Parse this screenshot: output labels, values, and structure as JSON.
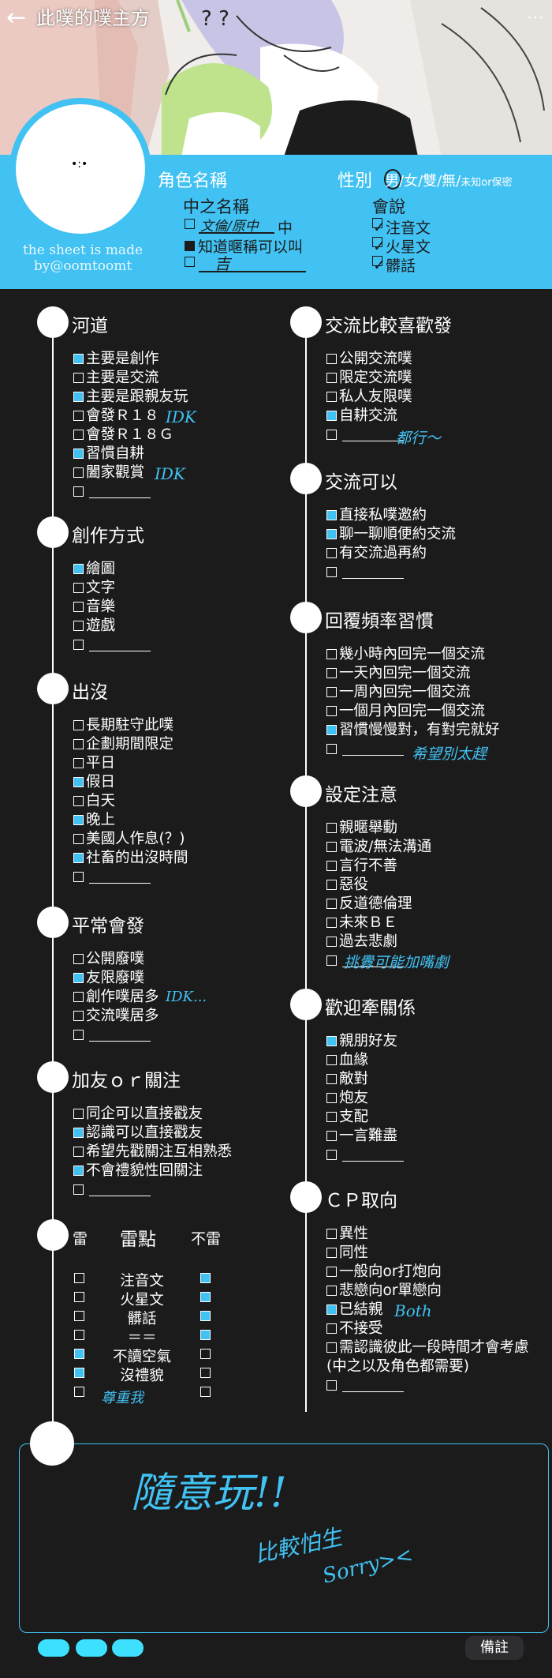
{
  "header": {
    "title": "此噗的噗主方",
    "back": "←",
    "menu": "⋯"
  },
  "profile": {
    "credit": "the sheet is made by@oomtoomt",
    "role_name_label": "角色名稱",
    "gender_label": "性別",
    "gender_options": "男/女/雙/無/",
    "gender_small": "未知or保密",
    "chinese_name_label": "中之名稱",
    "chinese_name_opts": [
      {
        "text": "中",
        "hand": "文倫/原中",
        "checked": false
      },
      {
        "text": "知道暱稱可以叫",
        "hand": "",
        "checked": true
      },
      {
        "text": "",
        "hand": "吉",
        "checked": false
      }
    ],
    "speak_label": "會說",
    "speak_opts": [
      "注音文",
      "火星文",
      "髒話"
    ]
  },
  "sections": {
    "river": {
      "title": "河道",
      "options": [
        {
          "label": "主要是創作",
          "checked": true
        },
        {
          "label": "主要是交流",
          "checked": false
        },
        {
          "label": "主要是跟親友玩",
          "checked": true
        },
        {
          "label": "會發Ｒ１８",
          "checked": false
        },
        {
          "label": "會發Ｒ１８Ｇ",
          "checked": false
        },
        {
          "label": "習慣自耕",
          "checked": true
        },
        {
          "label": "闔家觀賞",
          "checked": false
        },
        {
          "label": "",
          "checked": false
        }
      ],
      "notes": [
        "IDK",
        "IDK"
      ]
    },
    "create": {
      "title": "創作方式",
      "options": [
        {
          "label": "繪圖",
          "checked": true
        },
        {
          "label": "文字",
          "checked": false
        },
        {
          "label": "音樂",
          "checked": false
        },
        {
          "label": "遊戲",
          "checked": false
        },
        {
          "label": "",
          "checked": false
        }
      ]
    },
    "appear": {
      "title": "出沒",
      "options": [
        {
          "label": "長期駐守此噗",
          "checked": false
        },
        {
          "label": "企劃期間限定",
          "checked": false
        },
        {
          "label": "平日",
          "checked": false
        },
        {
          "label": "假日",
          "checked": true
        },
        {
          "label": "白天",
          "checked": false
        },
        {
          "label": "晚上",
          "checked": true
        },
        {
          "label": "美國人作息(？)",
          "checked": false
        },
        {
          "label": "社畜的出沒時間",
          "checked": true
        },
        {
          "label": "",
          "checked": false
        }
      ]
    },
    "post": {
      "title": "平常會發",
      "options": [
        {
          "label": "公開廢噗",
          "checked": false
        },
        {
          "label": "友限廢噗",
          "checked": true
        },
        {
          "label": "創作噗居多",
          "checked": false
        },
        {
          "label": "交流噗居多",
          "checked": false
        },
        {
          "label": "",
          "checked": false
        }
      ],
      "note": "IDK..."
    },
    "friend": {
      "title": "加友ｏｒ關注",
      "options": [
        {
          "label": "同企可以直接戳友",
          "checked": false
        },
        {
          "label": "認識可以直接戳友",
          "checked": true
        },
        {
          "label": "希望先戳關注互相熟悉",
          "checked": false
        },
        {
          "label": "不會禮貌性回關注",
          "checked": true
        },
        {
          "label": "",
          "checked": false
        }
      ]
    },
    "thunder": {
      "title": "雷點",
      "left": "雷",
      "right": "不雷",
      "rows": [
        {
          "label": "注音文",
          "thunder": false,
          "ok": true
        },
        {
          "label": "火星文",
          "thunder": false,
          "ok": true
        },
        {
          "label": "髒話",
          "thunder": false,
          "ok": true
        },
        {
          "label": "＝＝",
          "thunder": false,
          "ok": true
        },
        {
          "label": "不讀空氣",
          "thunder": true,
          "ok": false
        },
        {
          "label": "沒禮貌",
          "thunder": true,
          "ok": false
        },
        {
          "label": "",
          "thunder": false,
          "ok": false
        }
      ],
      "note": "尊重我"
    },
    "prefer": {
      "title": "交流比較喜歡發",
      "options": [
        {
          "label": "公開交流噗",
          "checked": false
        },
        {
          "label": "限定交流噗",
          "checked": false
        },
        {
          "label": "私人友限噗",
          "checked": false
        },
        {
          "label": "自耕交流",
          "checked": true
        },
        {
          "label": "",
          "checked": false
        }
      ],
      "note": "都行〜"
    },
    "exchange": {
      "title": "交流可以",
      "options": [
        {
          "label": "直接私噗邀約",
          "checked": true
        },
        {
          "label": "聊一聊順便約交流",
          "checked": true
        },
        {
          "label": "有交流過再約",
          "checked": false
        },
        {
          "label": "",
          "checked": false
        }
      ]
    },
    "reply": {
      "title": "回覆頻率習慣",
      "options": [
        {
          "label": "幾小時內回完一個交流",
          "checked": false
        },
        {
          "label": "一天內回完一個交流",
          "checked": false
        },
        {
          "label": "一周內回完一個交流",
          "checked": false
        },
        {
          "label": "一個月內回完一個交流",
          "checked": false
        },
        {
          "label": "習慣慢慢對，有對完就好",
          "checked": true
        },
        {
          "label": "",
          "checked": false
        }
      ],
      "note": "希望別太趕"
    },
    "setting": {
      "title": "設定注意",
      "options": [
        {
          "label": "親暱舉動",
          "checked": false
        },
        {
          "label": "電波/無法溝通",
          "checked": false
        },
        {
          "label": "言行不善",
          "checked": false
        },
        {
          "label": "惡役",
          "checked": false
        },
        {
          "label": "反道德倫理",
          "checked": false
        },
        {
          "label": "未來ＢＥ",
          "checked": false
        },
        {
          "label": "過去悲劇",
          "checked": false
        },
        {
          "label": "",
          "checked": false
        }
      ],
      "note": "挑釁可能加嘴劇"
    },
    "relation": {
      "title": "歡迎牽關係",
      "options": [
        {
          "label": "親朋好友",
          "checked": true
        },
        {
          "label": "血緣",
          "checked": false
        },
        {
          "label": "敵對",
          "checked": false
        },
        {
          "label": "炮友",
          "checked": false
        },
        {
          "label": "支配",
          "checked": false
        },
        {
          "label": "一言難盡",
          "checked": false
        },
        {
          "label": "",
          "checked": false
        }
      ]
    },
    "cp": {
      "title": "ＣＰ取向",
      "options": [
        {
          "label": "異性",
          "checked": false
        },
        {
          "label": "同性",
          "checked": false
        },
        {
          "label": "一般向or打炮向",
          "checked": false
        },
        {
          "label": "悲戀向or單戀向",
          "checked": false
        },
        {
          "label": "已結親",
          "checked": true
        },
        {
          "label": "不接受",
          "checked": false
        },
        {
          "label": "需認識彼此一段時間才會考慮",
          "checked": false
        },
        {
          "label": "(中之以及角色都需要)",
          "checked": null
        },
        {
          "label": "",
          "checked": false
        }
      ],
      "note": "Both"
    }
  },
  "notes": {
    "line1": "隨意玩!!",
    "line2": "比較怕生",
    "line3": "Sorry><"
  },
  "footer": {
    "remark": "備註"
  },
  "colors": {
    "accent": "#41c2f2",
    "background": "#1b1b1c"
  }
}
